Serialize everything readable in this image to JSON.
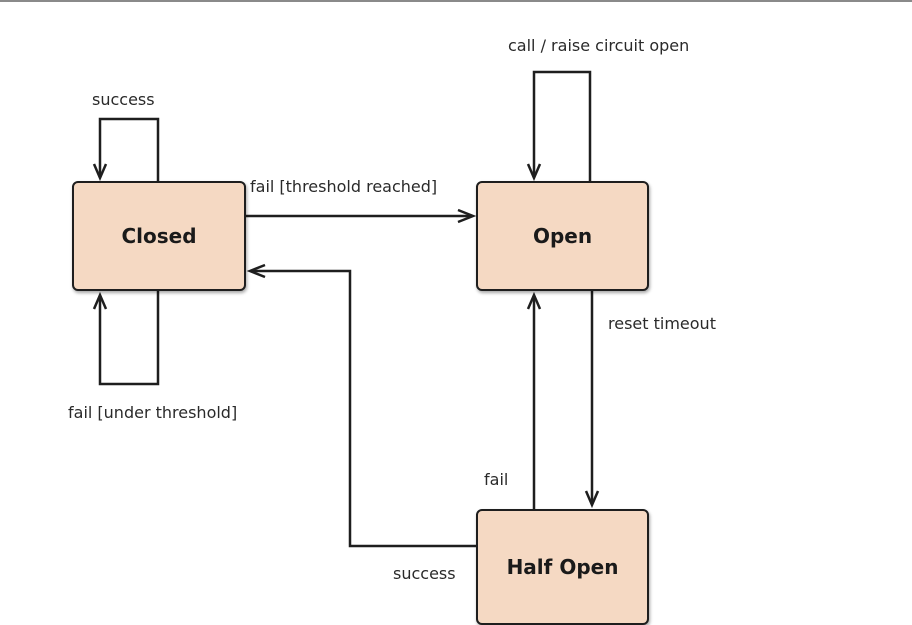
{
  "states": {
    "closed": "Closed",
    "open": "Open",
    "half_open": "Half Open"
  },
  "transitions": {
    "closed_self_top": "success",
    "open_self": "call / raise circuit open",
    "closed_to_open": "fail [threshold reached]",
    "open_to_half_open": "reset timeout",
    "closed_self_bottom": "fail [under threshold]",
    "half_open_to_open": "fail",
    "half_open_to_closed": "success"
  },
  "colors": {
    "state_fill": "#f5d9c3",
    "line": "#1e1e1e"
  }
}
